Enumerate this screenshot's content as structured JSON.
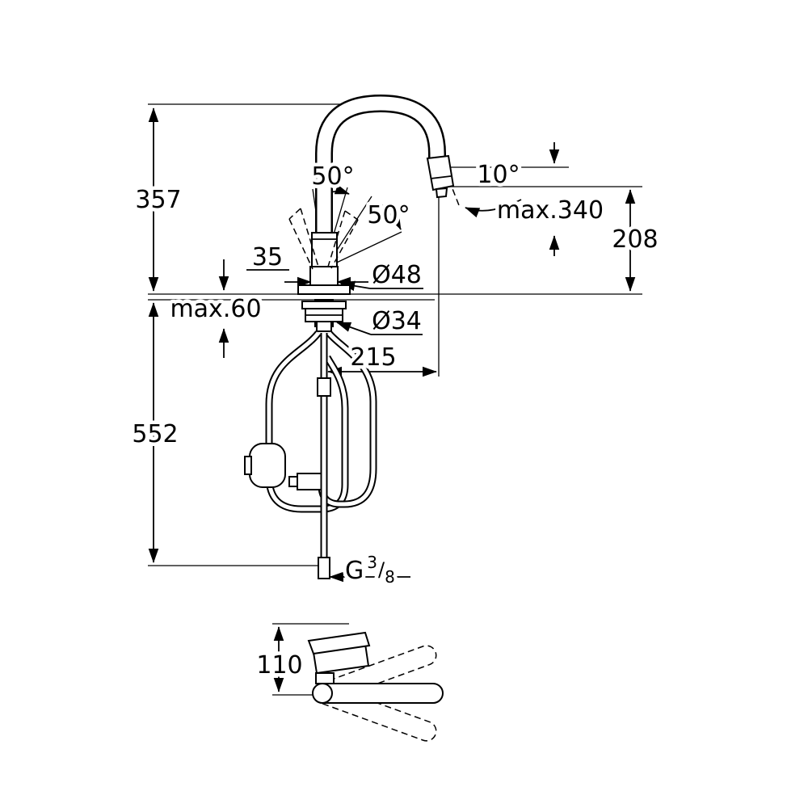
{
  "drawing": {
    "type": "technical-dimension-drawing",
    "subject": "kitchen pull-out faucet installation dimensions",
    "background": "#ffffff",
    "line_color": "#000000"
  },
  "dimensions": {
    "total_height": "357",
    "hose_length": "552",
    "deck_thickness": "max.60",
    "body_width": "35",
    "base_diameter": "Ø48",
    "hole_diameter": "Ø34",
    "spout_reach": "215",
    "swivel_angle_top": "50°",
    "swivel_angle_right": "50°",
    "spray_angle": "10°",
    "pullout_length": "max.340",
    "outlet_height": "208",
    "lever_height": "110",
    "thread": {
      "prefix": "G",
      "numerator": "3",
      "slash": "/",
      "denominator": "8"
    }
  }
}
